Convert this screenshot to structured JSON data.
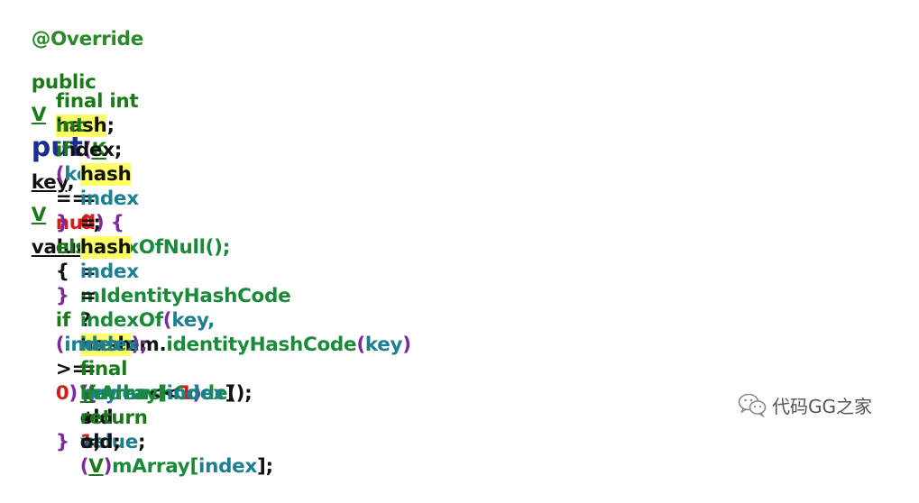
{
  "code": {
    "annotation": "@Override",
    "signature": {
      "kw_public": "public",
      "ret_type": "V",
      "method": "put",
      "open_paren": "(",
      "k_type": "K",
      "k_name": "key",
      "comma": ",",
      "v_type": "V",
      "v_name": "value",
      "close": ") {"
    },
    "l3": {
      "kw": "final int",
      "var": "hash",
      "end": ";"
    },
    "l4": {
      "kw": "int",
      "var": "index;"
    },
    "l5": {
      "kw_if": "if",
      "paren": "(",
      "var": "key",
      "op": "==",
      "null": "null",
      "close": ") {"
    },
    "l6": {
      "var": "hash",
      "op": "=",
      "num": "0",
      "end": ";"
    },
    "l7": {
      "var": "index",
      "op": "=",
      "call": "indexOfNull();"
    },
    "l8": {
      "brace": "}",
      "kw": "else",
      "open": "{"
    },
    "l9": {
      "var": "hash",
      "op": "=",
      "cond": "mIdentityHashCode",
      "q": "?",
      "sys": "System.",
      "call": "identityHashCode",
      "paren_open": "(",
      "arg": "key",
      "paren_close": ")",
      "colon": ":",
      "key": "key.",
      "call2": "hashCode",
      "end": "();"
    },
    "l10": {
      "var": "index",
      "op": "=",
      "call": "indexOf",
      "open": "(",
      "arg1": "key,",
      "arg2": "hash",
      "close": ");"
    },
    "l11": {
      "brace": "}"
    },
    "l12": {
      "kw_if": "if",
      "paren": "(",
      "var": "index",
      "op": ">=",
      "num": "0",
      "close": ") {"
    },
    "l13": {
      "var": "index",
      "op": "=",
      "open": "(",
      "inner": "index",
      "shift": "<<",
      "num": "1",
      "close": ")",
      "plus": "+",
      "num2": "1",
      "end": ";"
    },
    "l14": {
      "kw": "final",
      "type": "V",
      "name": "old",
      "op": "=",
      "cast_open": "(",
      "cast": "V",
      "cast_close": ")",
      "arr": "mArray[",
      "idx": "index",
      "arr_close": "];"
    },
    "l15": {
      "arr": "mArray[",
      "idx": "index",
      "arr_close": "]",
      "op": "=",
      "val": "value",
      "end": ";"
    },
    "l16": {
      "kw": "return",
      "name": "old",
      "end": ";"
    },
    "l17": {
      "brace": "}"
    }
  },
  "watermark": {
    "text": "代码GG之家",
    "icon": "wechat-icon"
  }
}
